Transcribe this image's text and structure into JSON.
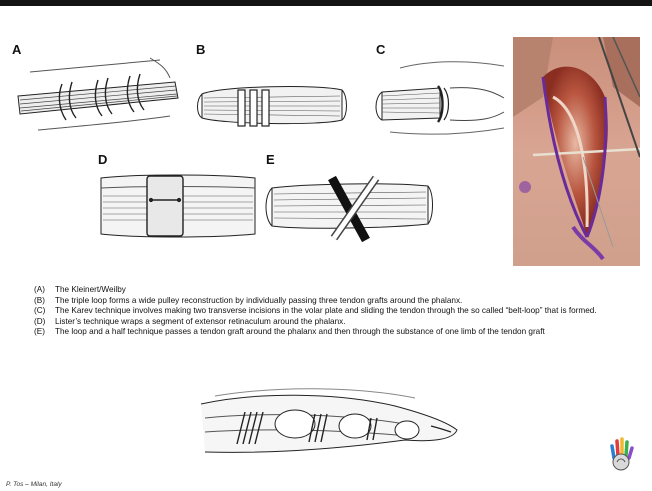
{
  "panels": [
    {
      "label": "A"
    },
    {
      "label": "B"
    },
    {
      "label": "C"
    },
    {
      "label": "D"
    },
    {
      "label": "E"
    }
  ],
  "captions": [
    {
      "label": "(A)",
      "text": "The Kleinert/Weilby"
    },
    {
      "label": "(B)",
      "text": "The triple loop forms a wide pulley reconstruction by individually passing three tendon grafts around the phalanx."
    },
    {
      "label": "(C)",
      "text": "The Karev technique involves making two transverse incisions in the volar plate and sliding the tendon through the so called “belt-loop” that is formed."
    },
    {
      "label": "(D)",
      "text": "Lister’s technique wraps a segment of extensor retinaculum around the phalanx."
    },
    {
      "label": "(E)",
      "text": "The loop and a half technique passes a tendon graft around the phalanx and then through the substance of one limb of the tendon graft"
    }
  ],
  "footer": "P. Tos – Milan, Italy"
}
